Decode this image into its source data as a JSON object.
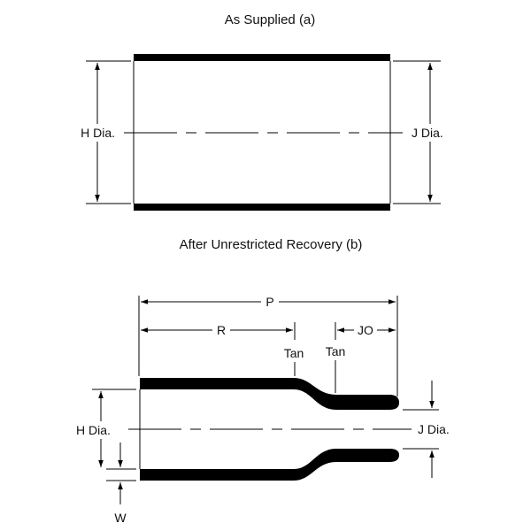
{
  "figure_a": {
    "title": "As Supplied (a)",
    "left_label": "H Dia.",
    "right_label": "J Dia."
  },
  "figure_b": {
    "title": "After Unrestricted Recovery (b)",
    "dim_p": "P",
    "dim_r": "R",
    "dim_jo": "JO",
    "tan_left": "Tan",
    "tan_right": "Tan",
    "left_label": "H Dia.",
    "right_label": "J Dia.",
    "wall_label": "W"
  },
  "colors": {
    "ink": "#000000",
    "background": "#ffffff"
  }
}
